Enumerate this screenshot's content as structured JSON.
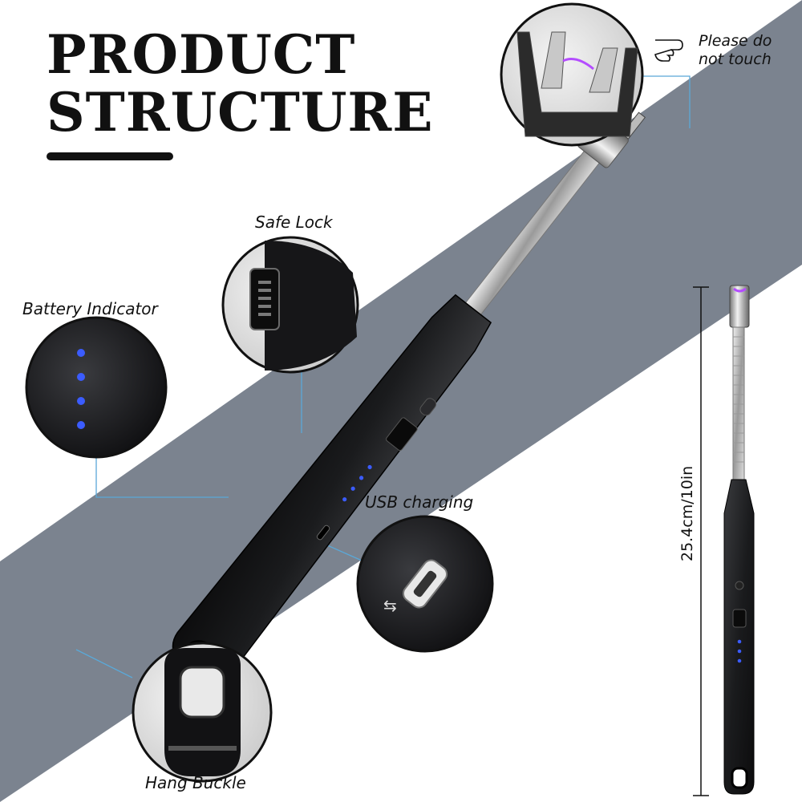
{
  "title": {
    "line1": "PRODUCT",
    "line2": "STRUCTURE"
  },
  "warning": {
    "line1": "Please do",
    "line2": "not touch"
  },
  "callouts": {
    "safe_lock": "Safe Lock",
    "battery_indicator": "Battery Indicator",
    "usb_charging": "USB charging",
    "hang_buckle": "Hang Buckle"
  },
  "dimension": "25.4cm/10in",
  "colors": {
    "band": "#7b838f",
    "body": "#1b1c1e",
    "led": "#3b5cff",
    "arc": "#b44dff",
    "leader": "#5aa8d8"
  }
}
